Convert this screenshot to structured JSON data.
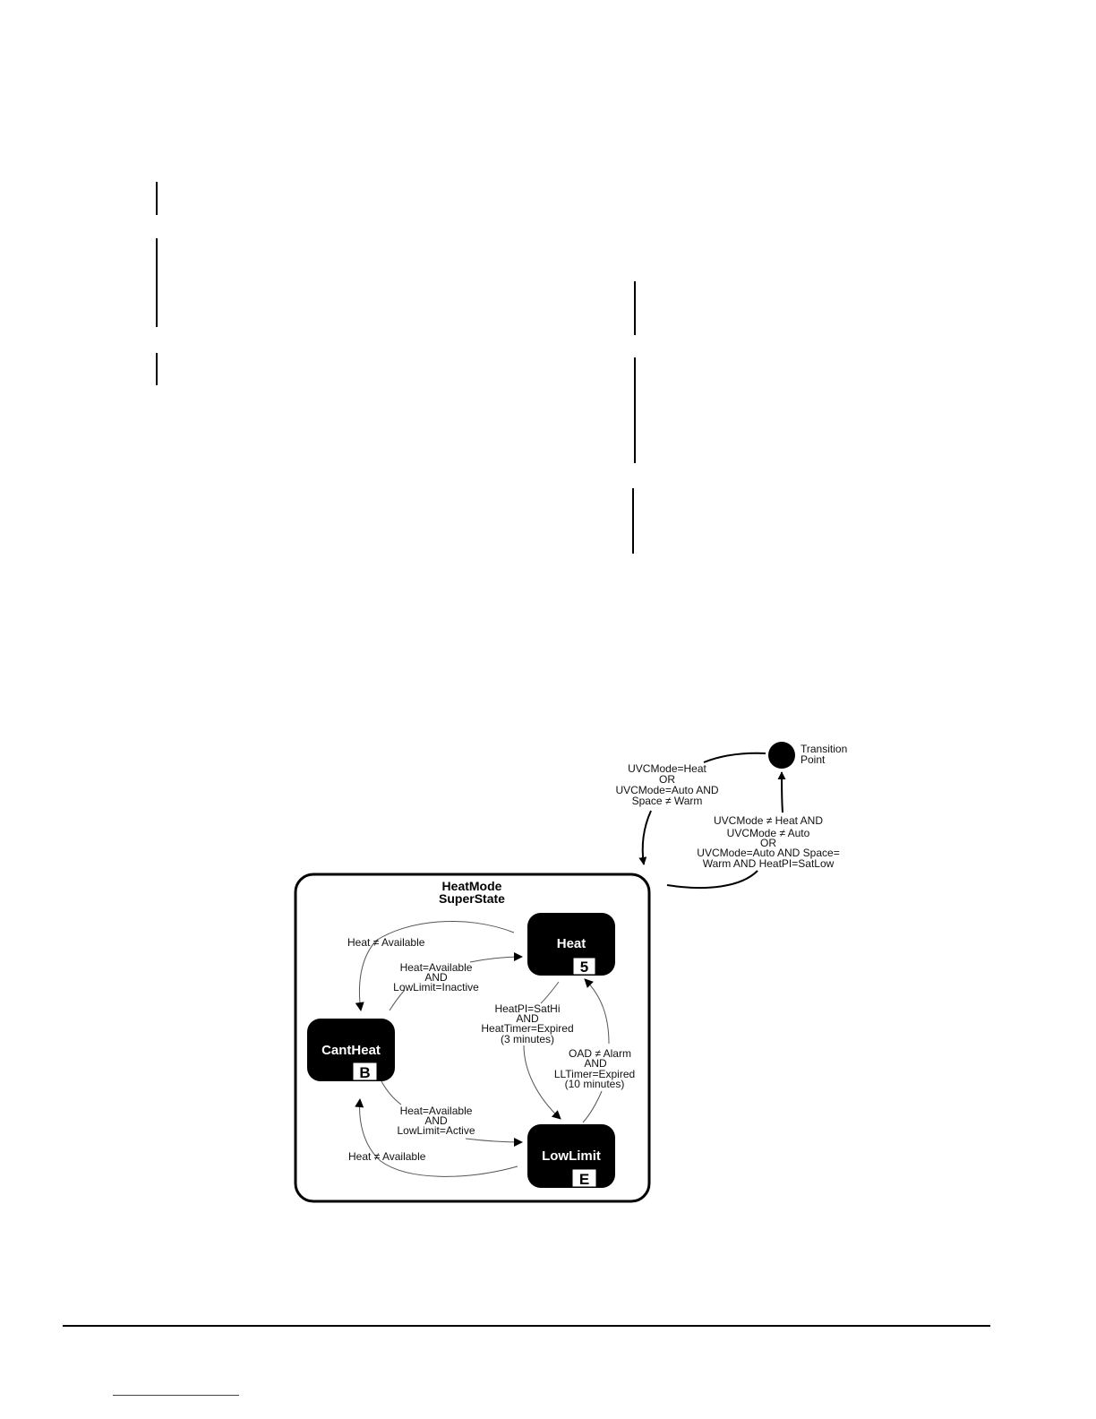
{
  "diagram": {
    "superstate_title_line1": "HeatMode",
    "superstate_title_line2": "SuperState",
    "states": {
      "heat": {
        "label": "Heat",
        "code": "5"
      },
      "cantheat": {
        "label": "CantHeat",
        "code": "B"
      },
      "lowlimit": {
        "label": "LowLimit",
        "code": "E"
      }
    },
    "transition_point": {
      "label_line1": "Transition",
      "label_line2": "Point"
    },
    "entry_condition": {
      "line1": "UVCMode=Heat",
      "line2": "OR",
      "line3": "UVCMode=Auto AND",
      "line4": "Space ≠ Warm"
    },
    "exit_condition": {
      "line1": "UVCMode ≠ Heat AND",
      "line2": "UVCMode ≠ Auto",
      "line3": "OR",
      "line4": "UVCMode=Auto AND Space=",
      "line5": "Warm AND HeatPI=SatLow"
    },
    "heat_to_cantheat": {
      "line1": "Heat ≠ Available"
    },
    "cantheat_to_heat": {
      "line1": "Heat=Available",
      "line2": "AND",
      "line3": "LowLimit=Inactive"
    },
    "heat_to_lowlimit": {
      "line1": "HeatPI=SatHi",
      "line2": "AND",
      "line3": "HeatTimer=Expired",
      "line4": "(3 minutes)"
    },
    "lowlimit_to_heat": {
      "line1": "OAD ≠ Alarm",
      "line2": "AND",
      "line3": "LLTimer=Expired",
      "line4": "(10 minutes)"
    },
    "cantheat_to_lowlimit": {
      "line1": "Heat=Available",
      "line2": "AND",
      "line3": "LowLimit=Active"
    },
    "lowlimit_to_cantheat": {
      "line1": "Heat ≠ Available"
    }
  }
}
